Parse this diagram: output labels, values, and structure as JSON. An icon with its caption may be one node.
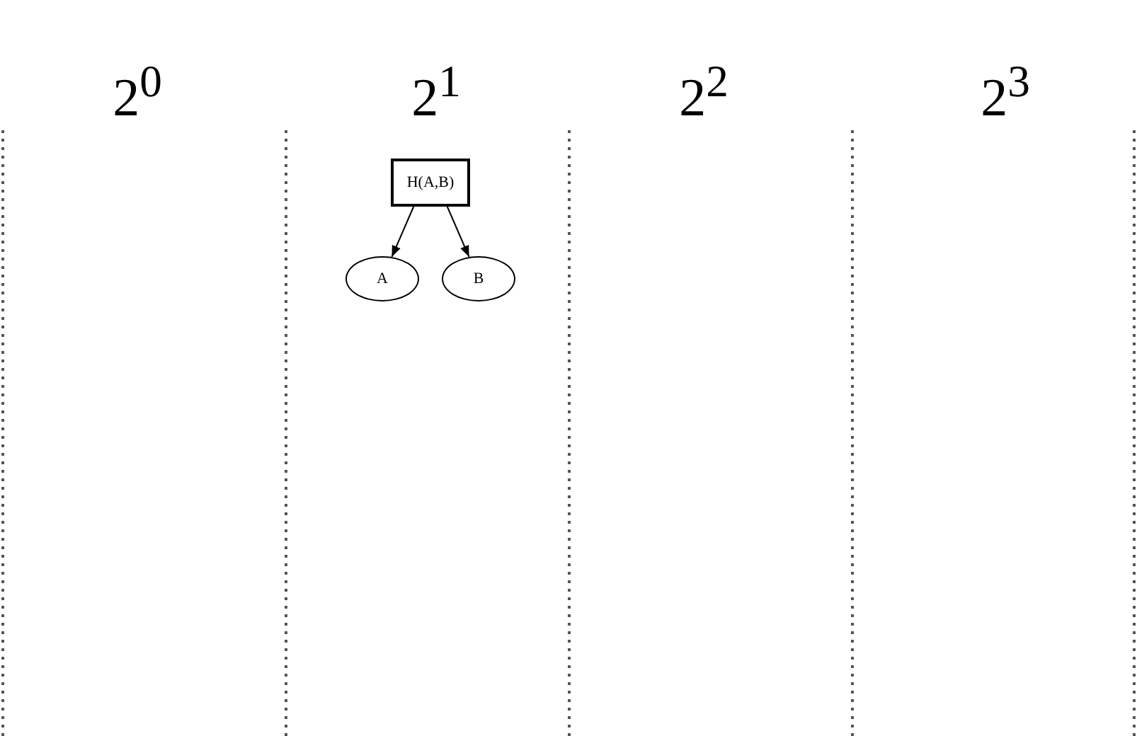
{
  "diagram": {
    "nodes": [
      {
        "text": [
          "H(A,B)"
        ]
      },
      {
        "text": [
          "A"
        ]
      },
      {
        "text": [
          "B"
        ]
      }
    ],
    "edges": [
      {
        "from": 0,
        "to": 1,
        "arrow": "to"
      },
      {
        "from": 0,
        "to": 2,
        "arrow": "to"
      }
    ],
    "labels": [
      "2$^{0}$",
      "2$^{1}$",
      "2$^{2}$",
      "2$^{3}$"
    ]
  }
}
